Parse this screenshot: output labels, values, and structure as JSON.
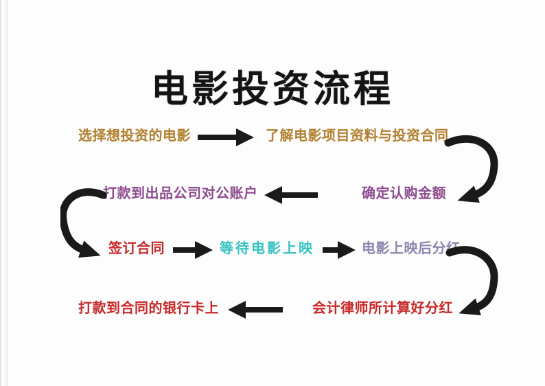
{
  "page": {
    "background": "#fdfdfd"
  },
  "title": {
    "text": "电影投资流程",
    "color": "#141414"
  },
  "arrow_color": "#1a1a1a",
  "steps": [
    {
      "id": 1,
      "label": "选择想投资的电影",
      "color": "#b3812f"
    },
    {
      "id": 2,
      "label": "了解电影项目资料与投资合同",
      "color": "#b3812f"
    },
    {
      "id": 3,
      "label": "确定认购金额",
      "color": "#8f4c90"
    },
    {
      "id": 4,
      "label": "打款到出品公司对公账户",
      "color": "#8f4c90"
    },
    {
      "id": 5,
      "label": "签订合同",
      "color": "#cb2929"
    },
    {
      "id": 6,
      "label": "等待电影上映",
      "color": "#35c4c0"
    },
    {
      "id": 7,
      "label": "电影上映后分红",
      "color": "#8b87ae"
    },
    {
      "id": 8,
      "label": "会计律师所计算好分红",
      "color": "#cb2929"
    },
    {
      "id": 9,
      "label": "打款到合同的银行卡上",
      "color": "#cb2929"
    }
  ],
  "connections": [
    [
      1,
      2
    ],
    [
      2,
      3
    ],
    [
      3,
      4
    ],
    [
      4,
      5
    ],
    [
      5,
      6
    ],
    [
      6,
      7
    ],
    [
      7,
      8
    ],
    [
      8,
      9
    ]
  ]
}
